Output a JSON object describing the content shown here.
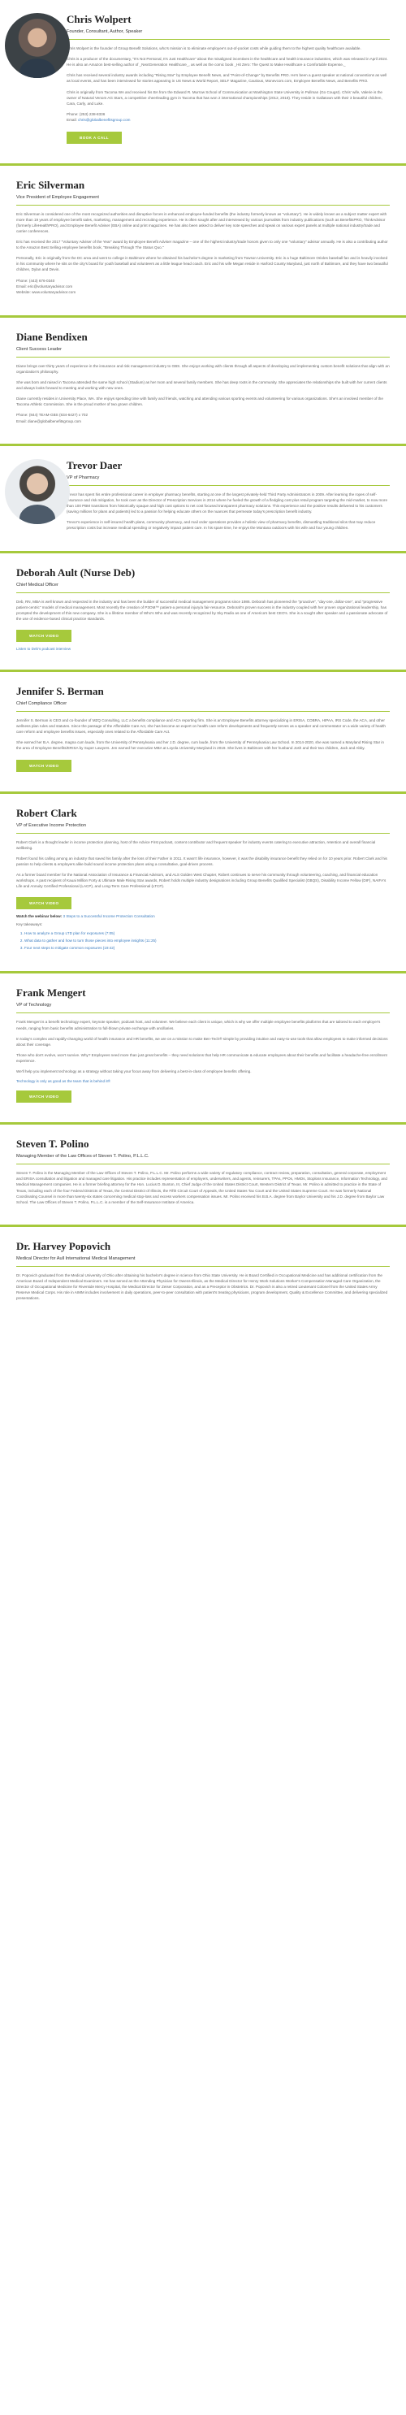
{
  "people": [
    {
      "name": "Chris Wolpert",
      "role": "Founder, Consultant, Author, Speaker",
      "paragraphs": [
        "Chris Wolpert is the founder of Group Benefit Solutions, who's mission is to eliminate employee's out-of-pocket costs while guiding them to the highest quality healthcare available.",
        "Chris is a producer of the documentary, \"It's Not Personal, It's Just Healthcare\" about the misaligned incentives in the healthcare and health insurance industries, which was released in April 2024. He is also an Amazon best-selling author of _NextGeneration Healthcare_, as well as the comic book _Hit Zero: The Quest to Make Healthcare a Comfortable Expense._",
        "Chris has received several industry awards including \"Rising Star\" by Employee Benefit News, and \"Point-of-Change\" by Benefits PRO. He's been a guest speaker at national conventions as well as local events, and has been interviewed for stories appearing in US News & World Report, SELF Magazine, Cautious, Monevcom.com, Employee Benefits News, and Benefits PRO.",
        "Chris is originally from Tacoma WA and received his BA from the Edward R. Murrow School of Communication at Washington State University in Pullman (Go Cougs!). Chris' wife, Valerie is the owner of Natural Venom AG Stars, a competitive cheerleading gym in Tacoma that has won 2 international championships (2012, 2018). They reside in Gallatown with their 3 beautiful children, Cara, Carly, and Luke."
      ],
      "contact": [
        "Phone: (253) 238-8336"
      ],
      "email_label": "Email: ",
      "email": "chris@globalbenefitsgroup.com",
      "button": "BOOK A CALL",
      "photo": "dark"
    },
    {
      "name": "Eric Silverman",
      "role": "Vice President of Employee Engagement",
      "paragraphs": [
        "Eric Silverman is considered one of the most recognized authorities and disruptive forces in enhanced employee-funded benefits (the industry formerly known as \"voluntary\"). He is widely known as a subject matter expert with more than 19 years of employee benefit sales, marketing, management and recruiting experience. He is often sought after and interviewed by various journalists from industry publications (such as BenefitsPRO, ThinkAdvisor (formerly LifeHealthPRO), and Employee Benefit Adviser (EBA) online and print magazines. He has also been asked to deliver key note speeches and speak on various expert panels at multiple national industry/trade and carrier conferences.",
        "Eric has received the 2017 \"Voluntary Adviser of the Year\" award by Employee Benefit Adviser magazine – one of the highest industry/trade honors given to only one \"voluntary\" advisor annually. He is also a contributing author to the Amazon Best Selling employee benefits book, \"Breaking Through The Status Quo.\"",
        "Personally, Eric is originally from the DC area and went to college in Baltimore where he obtained his bachelor's degree in marketing from Towson University. Eric is a huge Baltimore Orioles baseball fan and is heavily involved in his community where he sits on the city's board for youth baseball and volunteers as a little league head coach. Eric and his wife Megan reside in Harford County Maryland, just north of Baltimore, and they have two beautiful children, Dylan and Devin."
      ],
      "contact": [
        "Phone: (443) 676-0340",
        "Email: eric@voluntaryadvisor.com",
        "Website: www.voluntaryadvisor.com"
      ],
      "button": "",
      "photo": "none"
    },
    {
      "name": "Diane Bendixen",
      "role": "Client Success Leader",
      "paragraphs": [
        "Diane brings over thirty years of experience in the insurance and risk management industry to GBS. She enjoys working with clients through all aspects of developing and implementing custom benefit solutions that align with an organization's philosophy.",
        "She was born and raised in Tacoma attended the same high school (Stadium) as her mom and several family members. She has deep roots in the community. She appreciates the relationships she built with her current clients and always looks forward to meeting and working with new ones.",
        "Diane currently resides in University Place, WA. She enjoys spending time with family and friends, watching and attending various sporting events and volunteering for various organizations. She's an involved member of the Tacoma Athletic Commission. She is the proud mother of two grown children."
      ],
      "contact": [
        "Phone: (844) TEAM-GBS (834-6427) x 702",
        "Email: diane@globalbenefitsgroup.com"
      ],
      "button": "",
      "photo": "none"
    },
    {
      "name": "Trevor Daer",
      "role": "VP of Pharmacy",
      "paragraphs": [
        "Trevor has spent his entire professional career in employer pharmacy benefits, starting at one of the largest privately-held Third Party Administrators in 2009. After learning the ropes of self-insurance and risk mitigation, he took over as the Director of Prescription Services in 2014 where he fueled the growth of a fledgling cost plus retail program targeting the mid-market, to now more than 100 PBM transitions from historically opaque and high cost options to net cost focused transparent pharmacy solutions. This experience and the positive results delivered to his customers (saving millions for plans and patients) led to a passion for helping educate others on the nuances that permeate today's prescription benefit industry.",
        "Trevor's experience in self-insured health plans, community pharmacy, and mail order operations provides a holistic view of pharmacy benefits, dismantling traditional silos that may reduce prescription costs but increase medical spending or negatively impact patient care. In his spare time, he enjoys the Montana outdoors with his wife and four young children."
      ],
      "contact": [],
      "button": "",
      "photo": "light"
    },
    {
      "name": "Deborah Ault (Nurse Deb)",
      "role": "Chief Medical Officer",
      "paragraphs": [
        "Deb, RN, MBA is well known and respected in the industry and has been the builder of successful medical management programs since 1986. Deborah has pioneered the \"proactive\", \"day-one, dollar-one\", and \"progressive patient-centric\" models of medical management. Most recently the creation of P3OM™ patient-a personal injury/a fair-resource. Deborah's proven success in the industry coupled with her proven organizational leadership, has prompted the development of this new company. She is a lifetime member of Who's Who and was recently recognized by Sky Radio as one of America's best CEO's. She is a sought after speaker and a passionate advocate of the use of evidence-based clinical practice standards."
      ],
      "contact": [],
      "button": "WATCH VIDEO",
      "links": [
        "Listen to Deb's podcast interview"
      ],
      "photo": "none"
    },
    {
      "name": "Jennifer S. Berman",
      "role": "Chief Compliance Officer",
      "paragraphs": [
        "Jennifer S. Berman is CEO and co-founder of MZQ Consulting, LLC a benefits compliance and ACA reporting firm. She is an Employee Benefits attorney specializing in ERISA, COBRA, HIPAA, IRS Code, the ACA, and other wellness plan rules and statutes. Since the passage of the Affordable Care Act, she has become an expert on health care reform developments and frequently serves as a speaker and commentator on a wide variety of health care reform and employee benefits issues, especially ones related to the Affordable Care Act.",
        "She earned her B.A. degree, magna cum laude, from the University of Pennsylvania and her J.D. degree, cum laude, from the University of Pennsylvania Law School. In 2014-2020, she was named a Maryland Rising Star in the area of Employee Benefits/ERISA by Super Lawyers. Jen earned her executive MBA at Loyola University Maryland in 2019. She lives in Baltimore with her husband Josh and their two children, Jack and Abby."
      ],
      "contact": [],
      "button": "WATCH VIDEO",
      "photo": "none"
    },
    {
      "name": "Robert Clark",
      "role": "VP of Executive Income Protection",
      "paragraphs": [
        "Robert Clark is a thought leader in income protection planning, host of the Advice First podcast, content contributor and frequent speaker for industry events catering to executive attraction, retention and overall financial wellbeing.",
        "Robert found his calling among an industry that saved his family after the loss of their Father in 2011. It wasn't life insurance, however, it was the disability insurance benefit they relied on for 10 years prior. Robert Clark and his passion to help clients & employers alike build sound income protection plans using a consultative, goal-driven process.",
        "As a former board member for the National Association of Insurance & Financial Advisors, and ALS Golden West Chapter, Robert continues to serve his community through volunteering, coaching, and financial education workshops. A past recipient of Kauai Million Forty & Ultimate Male Rising Star awards, Robert holds multiple industry designations including Group Benefits Qualified Specialist (GBQS), Disability Income Fellow (DIF), NAIFA's Life and Annuity Certified Professional (LACP), and Long-Term Care Professional (LTCP)."
      ],
      "contact": [],
      "button": "WATCH VIDEO",
      "watch_label": "Watch the webinar below: ",
      "watch_link": "3 Steps to a Successful Income Protection Consultation",
      "key_label": "Key takeaways:",
      "videos": [
        "How to analyze a Group LTD plan for exposures (7:05)",
        "What data to gather and how to turn those pieces into employee insights (11:25)",
        "Four next steps to mitigate common exposures (19:42)"
      ],
      "photo": "none"
    },
    {
      "name": "Frank Mengert",
      "role": "VP of Technology",
      "paragraphs": [
        "Frank Mengert is a benefit technology expert, keynote speaker, podcast host, and volunteer. We believe each client is unique, which is why we offer multiple employee benefits platforms that are tailored to each employer's needs, ranging from basic benefits administration to full-blown private exchange with ancillaries.",
        "In today's complex and rapidly-changing world of health insurance and HR benefits, we are on a mission to make Ben-Tech® simple by providing intuitive and easy-to-use tools that allow employees to make informed decisions about their coverage.",
        "Those who don't evolve, won't survive. Why? Employees need more than just great benefits – they need solutions that help HR communicate & educate employees about their benefits and facilitate a headache-free enrollment experience.",
        "We'll help you implement technology as a strategy without taking your focus away from delivering a best-in-class of employee benefits offering."
      ],
      "contact": [],
      "tech_link": "Technology is only as good as the team that is behind it®",
      "button": "WATCH VIDEO",
      "photo": "none"
    },
    {
      "name": "Steven T. Polino",
      "role": "Managing Member of the Law Offices of Steven T. Polino, P.L.L.C.",
      "paragraphs": [
        "Steven T. Polino is the Managing Member of the Law Offices of Steven T. Polino, P.L.L.C. Mr. Polino performs a wide variety of regulatory compliance, contract review, preparation, consultation, general corporate, employment and ERISA consultation and litigation and managed care litigation. His practice includes representation of employers, underwriters, and agents, reinsurers, TPAs, PPOs, HMOs, Stoploss Insurance, Information Technology, and Medical Management companies. He is a former briefing attorney for the Hon. Lucius D. Bunton, III, Chief Judge of the United States District Court, Western District of Texas. Mr. Polino is admitted to practice in the State of Texas, including each of the four Federal Districts of Texas, the Central District of Illinois, the Fifth Circuit Court of Appeals, the United States Tax Court and the United States Supreme Court. He was formerly National Coordinating Counsel in more than twenty-six states concerning medical stop-loss and excess workers compensation issues. Mr. Polino received his B.B.A. degree from Baylor University and his J.D. degree from Baylor Law School. The Law Offices of Steven T. Polino, P.L.L.C. is a member of the Self-Insurance Institute of America."
      ],
      "contact": [],
      "button": "",
      "photo": "none"
    },
    {
      "name": "Dr. Harvey Popovich",
      "role": "Medical Director for Aull International Medical Management",
      "paragraphs": [
        "Dr. Popovich graduated from the Medical University of Ohio after obtaining his bachelor's degree in science from Ohio State University. He is Board Certified in Occupational Medicine and has additional certification from the American Board of Independent Medical Examiners. He has served as the Attending Physician for Owens-Illinois, as the Medical Director for Henry Work Solutions Worker's Compensation Managed Care Organization, the Director of Occupational Medicine for Riverside Mercy Hospital, the Medical Director for Zeiser Corporation, and as a Preceptor in Obstetrics. Dr. Popovich is also a retired Lieutenant Colonel from the United States Army Reserve Medical Corps. His role in AIMM includes involvement in daily operations, peer-to-peer consultation with patient's treating physicians, program development, Quality & Excellence Committee, and delivering specialized presentations."
      ],
      "contact": [],
      "button": "",
      "photo": "none"
    }
  ],
  "colors": {
    "accent": "#a6c93c",
    "link": "#3a7bbf",
    "heading": "#222222"
  }
}
